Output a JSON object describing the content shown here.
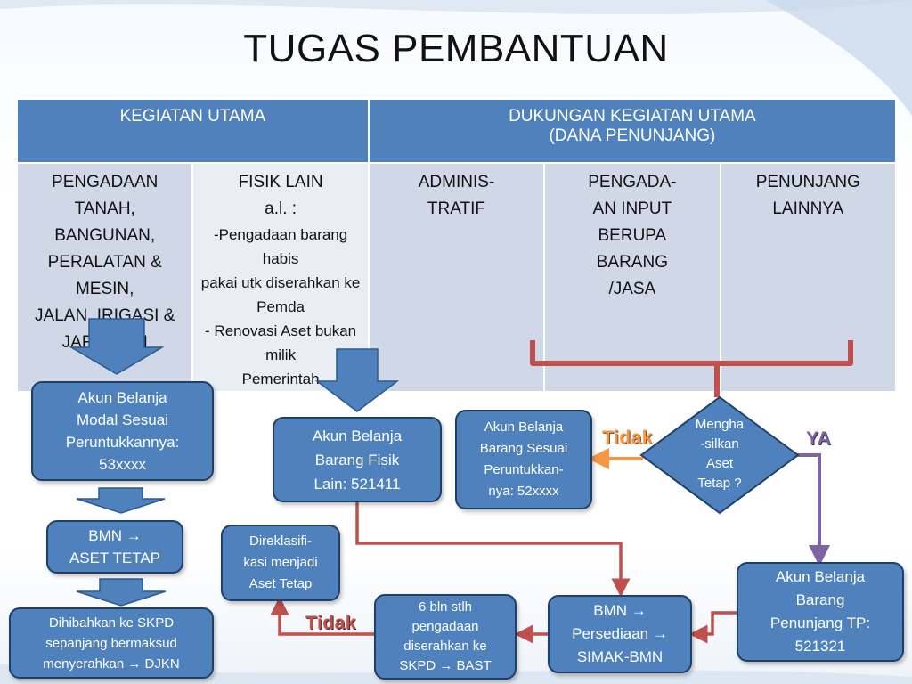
{
  "title": "TUGAS PEMBANTUAN",
  "table": {
    "header_left": "KEGIATAN UTAMA",
    "header_right_line1": "DUKUNGAN KEGIATAN UTAMA",
    "header_right_line2": "(DANA PENUNJANG)",
    "col1": "PENGADAAN TANAH,\nBANGUNAN,\nPERALATAN & MESIN,\nJALAN, IRIGASI &\nJARINGAN",
    "col2_line1": "FISIK LAIN",
    "col2_line2": "a.l. :",
    "col2_detail": "-Pengadaan barang habis\npakai utk diserahkan ke\nPemda\n- Renovasi Aset bukan milik\nPemerintah",
    "col3": "ADMINIS-\nTRATIF",
    "col4": "PENGADA-\nAN INPUT\nBERUPA\nBARANG\n/JASA",
    "col5": "PENUNJANG\nLAINNYA"
  },
  "boxes": {
    "akun_modal": "Akun Belanja\nModal Sesuai\nPeruntukkannya:\n53xxxx",
    "bmn_aset": "BMN →\nASET TETAP",
    "dihibahkan": "Dihibahkan ke SKPD\nsepanjang bermaksud\nmenyerahkan → DJKN",
    "akun_fisik": "Akun Belanja\nBarang Fisik\nLain: 521411",
    "direklasifikasi": "Direklasifi-\nkasi menjadi\nAset Tetap",
    "enam_bln": "6 bln stlh\npengadaan\ndiserahkan ke\nSKPD → BAST",
    "bmn_persediaan": "BMN →\nPersediaan →\nSIMAK-BMN",
    "akun_barang": "Akun Belanja\nBarang Sesuai\nPeruntukkan-\nnya: 52xxxx",
    "decision": "Mengha\n-silkan\nAset\nTetap ?",
    "akun_penunjang": "Akun Belanja\nBarang\nPenunjang TP:\n521321"
  },
  "labels": {
    "tidak_top": "Tidak",
    "ya": "YA",
    "tidak_bottom": "Tidak"
  },
  "colors": {
    "box_fill": "#4f81bd",
    "box_border": "#1f3f68",
    "header_fill": "#4f81bd",
    "cell_fill": "#d0d8e8",
    "red_arrow": "#c0504d",
    "orange_arrow": "#f79646",
    "purple_arrow": "#8064a2"
  }
}
